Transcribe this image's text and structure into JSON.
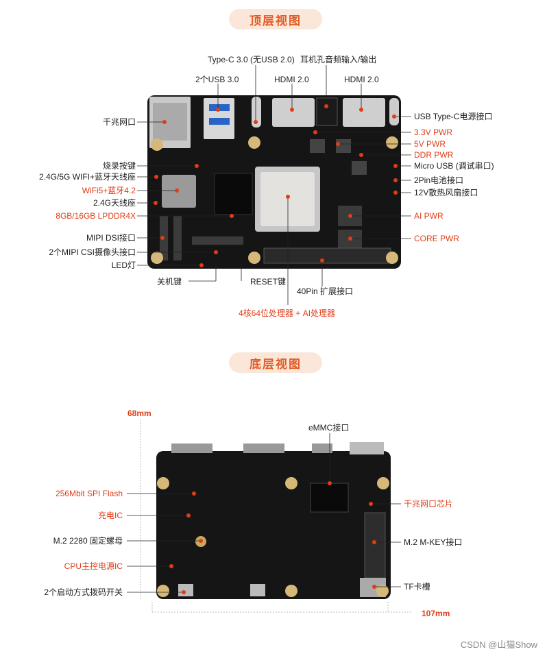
{
  "sections": {
    "top_title": "顶层视图",
    "bottom_title": "底层视图"
  },
  "top_labels": {
    "typec30": "Type-C 3.0 (无USB 2.0)",
    "earphone": "耳机孔音频输入/输出",
    "usb30": "2个USB 3.0",
    "hdmi1": "HDMI 2.0",
    "hdmi2": "HDMI 2.0",
    "ethernet": "千兆网口",
    "burn_button": "烧录按键",
    "wifi_ant": "2.4G/5G WIFI+蓝牙天线座",
    "wifi5": "WiFi5+蓝牙4.2",
    "ant24": "2.4G天线座",
    "lpddr": "8GB/16GB LPDDR4X",
    "mipi_dsi": "MIPI DSI接口",
    "mipi_csi": "2个MIPI CSI摄像头接口",
    "led": "LED灯",
    "power_key": "关机键",
    "reset_key": "RESET键",
    "pin40": "40Pin 扩展接口",
    "cpu": "4核64位处理器 + AI处理器",
    "usb_typec_power": "USB Type-C电源接口",
    "pwr33": "3.3V PWR",
    "pwr5": "5V PWR",
    "ddr_pwr": "DDR PWR",
    "micro_usb": "Micro USB (调试串口)",
    "battery": "2Pin电池接口",
    "fan": "12V散热风扇接口",
    "ai_pwr": "AI PWR",
    "core_pwr": "CORE PWR"
  },
  "bottom_labels": {
    "height": "68mm",
    "width": "107mm",
    "emmc": "eMMC接口",
    "spi_flash": "256Mbit SPI Flash",
    "charge_ic": "充电IC",
    "m2_screw": "M.2 2280 固定螺母",
    "cpu_power_ic": "CPU主控电源IC",
    "boot_switch": "2个启动方式拨码开关",
    "eth_chip": "千兆网口芯片",
    "m2_mkey": "M.2 M-KEY接口",
    "tf_slot": "TF卡槽"
  },
  "watermark": "CSDN @山猫Show",
  "colors": {
    "accent": "#e03d16",
    "pill_bg": "#fbe7da",
    "board": "#151515"
  }
}
